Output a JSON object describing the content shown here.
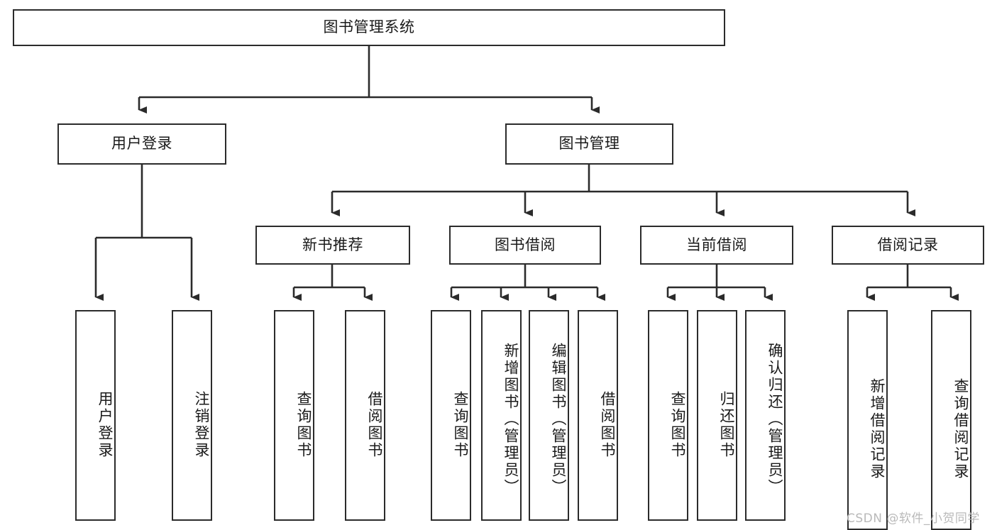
{
  "diagram": {
    "type": "tree-hierarchy-chart",
    "title": "图书管理系统",
    "line_color": "#2b2b2b",
    "box_fill": "#ffffff",
    "nodes": {
      "root": {
        "label": "图书管理系统"
      },
      "level1": [
        {
          "id": "user-login",
          "label": "用户登录"
        },
        {
          "id": "book-manage",
          "label": "图书管理"
        }
      ],
      "level2": [
        {
          "id": "new-book-recommend",
          "label": "新书推荐"
        },
        {
          "id": "book-borrow",
          "label": "图书借阅"
        },
        {
          "id": "current-borrow",
          "label": "当前借阅"
        },
        {
          "id": "borrow-record",
          "label": "借阅记录"
        }
      ],
      "leaves": [
        {
          "id": "leaf-user-login",
          "label": "用户登录",
          "parent": "user-login"
        },
        {
          "id": "leaf-logout",
          "label": "注销登录",
          "parent": "user-login"
        },
        {
          "id": "leaf-query-book-1",
          "label": "查询图书",
          "parent": "new-book-recommend"
        },
        {
          "id": "leaf-borrow-book-1",
          "label": "借阅图书",
          "parent": "new-book-recommend"
        },
        {
          "id": "leaf-query-book-2",
          "label": "查询图书",
          "parent": "book-borrow"
        },
        {
          "id": "leaf-add-book",
          "label": "新增图书（管理员）",
          "parent": "book-borrow"
        },
        {
          "id": "leaf-edit-book",
          "label": "编辑图书（管理员）",
          "parent": "book-borrow"
        },
        {
          "id": "leaf-borrow-book-2",
          "label": "借阅图书",
          "parent": "book-borrow"
        },
        {
          "id": "leaf-query-book-3",
          "label": "查询图书",
          "parent": "current-borrow"
        },
        {
          "id": "leaf-return-book",
          "label": "归还图书",
          "parent": "current-borrow"
        },
        {
          "id": "leaf-confirm-return",
          "label": "确认归还（管理员）",
          "parent": "current-borrow"
        },
        {
          "id": "leaf-add-record",
          "label": "新增借阅记录",
          "parent": "borrow-record"
        },
        {
          "id": "leaf-query-record",
          "label": "查询借阅记录",
          "parent": "borrow-record"
        }
      ]
    },
    "watermark": "CSDN @软件_小贺同学"
  }
}
